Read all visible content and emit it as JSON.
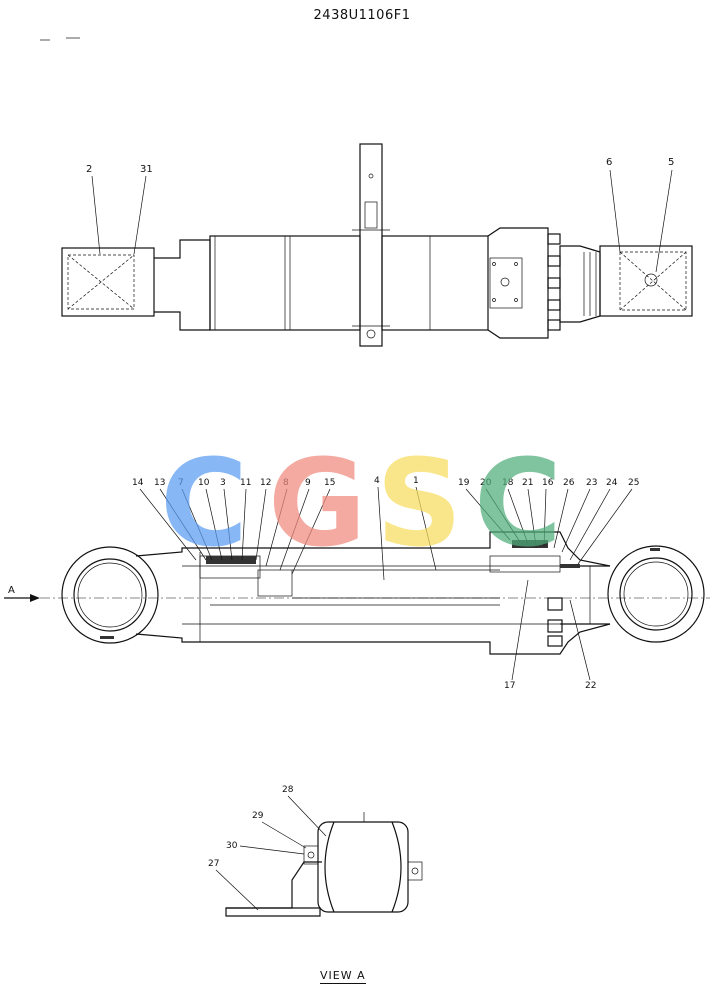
{
  "drawing_number": "2438U1106F1",
  "watermark": {
    "letters": [
      {
        "char": "C",
        "color": "#5b9cf2"
      },
      {
        "char": "G",
        "color": "#f08a7e"
      },
      {
        "char": "S",
        "color": "#f7dd5e"
      },
      {
        "char": "C",
        "color": "#4fae7a"
      }
    ]
  },
  "top_view": {
    "callouts": [
      "2",
      "31",
      "6",
      "5"
    ]
  },
  "section_view": {
    "arrow_label": "A",
    "callouts_top": [
      "14",
      "13",
      "7",
      "10",
      "3",
      "11",
      "12",
      "8",
      "9",
      "15",
      "4",
      "1",
      "19",
      "20",
      "18",
      "21",
      "16",
      "26",
      "23",
      "24",
      "25"
    ],
    "callouts_bottom": [
      "17",
      "22"
    ]
  },
  "view_a": {
    "callouts": [
      "28",
      "29",
      "30",
      "27"
    ],
    "caption": "VIEW  A"
  }
}
